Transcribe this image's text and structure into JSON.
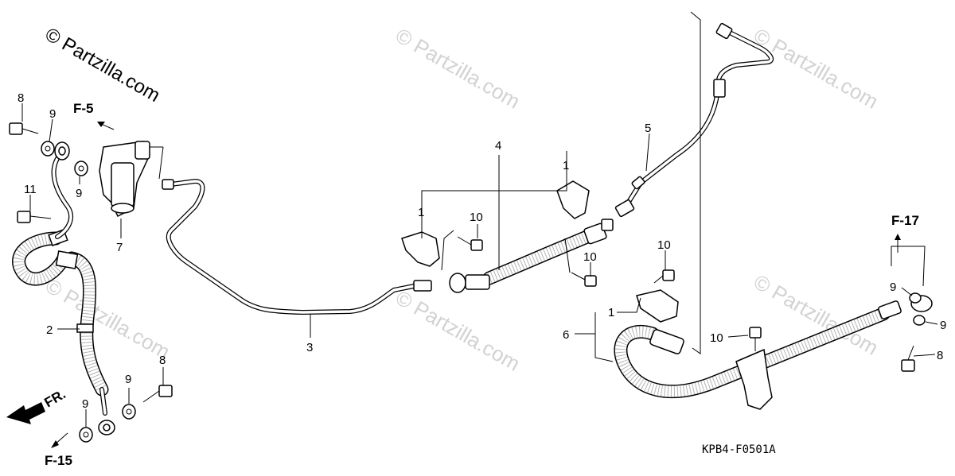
{
  "watermarks": {
    "main": "© Partzilla.com",
    "faint": "© Partzilla.com"
  },
  "diagram_code": "KPB4-F0501A",
  "references": {
    "f5": "F-5",
    "f15": "F-15",
    "f17": "F-17",
    "front": "FR."
  },
  "callouts": {
    "c1a": "1",
    "c1b": "1",
    "c1c": "1",
    "c2": "2",
    "c3": "3",
    "c4": "4",
    "c5": "5",
    "c6": "6",
    "c7": "7",
    "c8a": "8",
    "c8b": "8",
    "c8c": "8",
    "c9a": "9",
    "c9b": "9",
    "c9c": "9",
    "c9d": "9",
    "c9e": "9",
    "c9f": "9",
    "c10a": "10",
    "c10b": "10",
    "c10c": "10",
    "c10d": "10",
    "c11": "11"
  },
  "colors": {
    "watermark": "#d2d2d2",
    "ink": "#000000"
  }
}
